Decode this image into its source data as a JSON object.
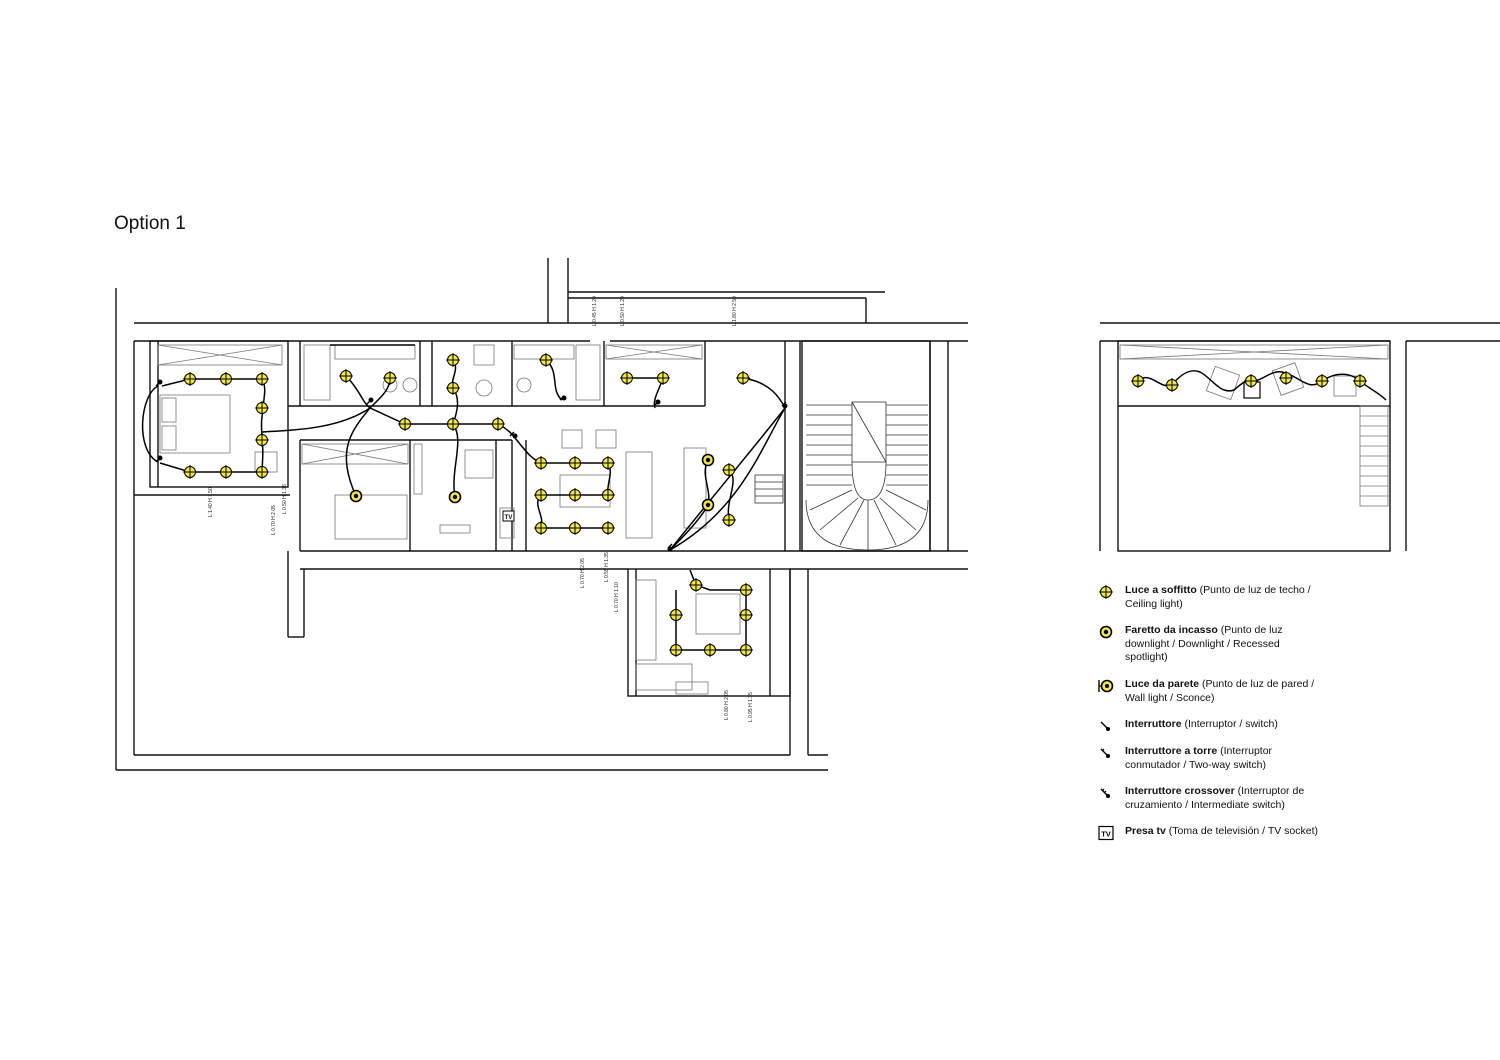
{
  "page": {
    "title": "Option 1"
  },
  "plan": {
    "tv_symbol": "TV",
    "dimension_labels": [
      "L 1.40 H 1.50",
      "L 0.50 H 1.35",
      "L 0.70 H 2.05",
      "L 0.45 H 1.20",
      "L 0.50 H 1.20",
      "L 1.80 H 2.50",
      "L 0.70 H 2.05",
      "L 0.55 H 1.35",
      "L 0.70 H 1.10",
      "L 0.80 H 2.05",
      "L 0.95 H 1.35"
    ]
  },
  "legend": {
    "items": [
      {
        "icon": "ceiling-light-icon",
        "title": "Luce a soffitto",
        "desc": " (Punto de luz de techo / Ceiling light)"
      },
      {
        "icon": "recessed-downlight-icon",
        "title": "Faretto da incasso",
        "desc": " (Punto de luz downlight / Downlight / Recessed spotlight)"
      },
      {
        "icon": "wall-light-icon",
        "title": "Luce da parete",
        "desc": " (Punto de luz de pared / Wall light / Sconce)"
      },
      {
        "icon": "switch-icon",
        "title": "Interruttore",
        "desc": " (Interruptor / switch)"
      },
      {
        "icon": "two-way-switch-icon",
        "title": "Interruttore a torre",
        "desc": " (Interruptor conmutador / Two-way switch)"
      },
      {
        "icon": "intermediate-switch-icon",
        "title": "Interruttore crossover",
        "desc": " (Interruptor de cruzamiento / Intermediate switch)"
      },
      {
        "icon": "tv-socket-icon",
        "title": "Presa tv",
        "desc": " (Toma de televisión / TV socket)",
        "symbol": "TV"
      }
    ]
  },
  "colors": {
    "wall": "#111111",
    "light_fill": "#f2e64a",
    "line": "#000000",
    "furniture": "#888888"
  }
}
